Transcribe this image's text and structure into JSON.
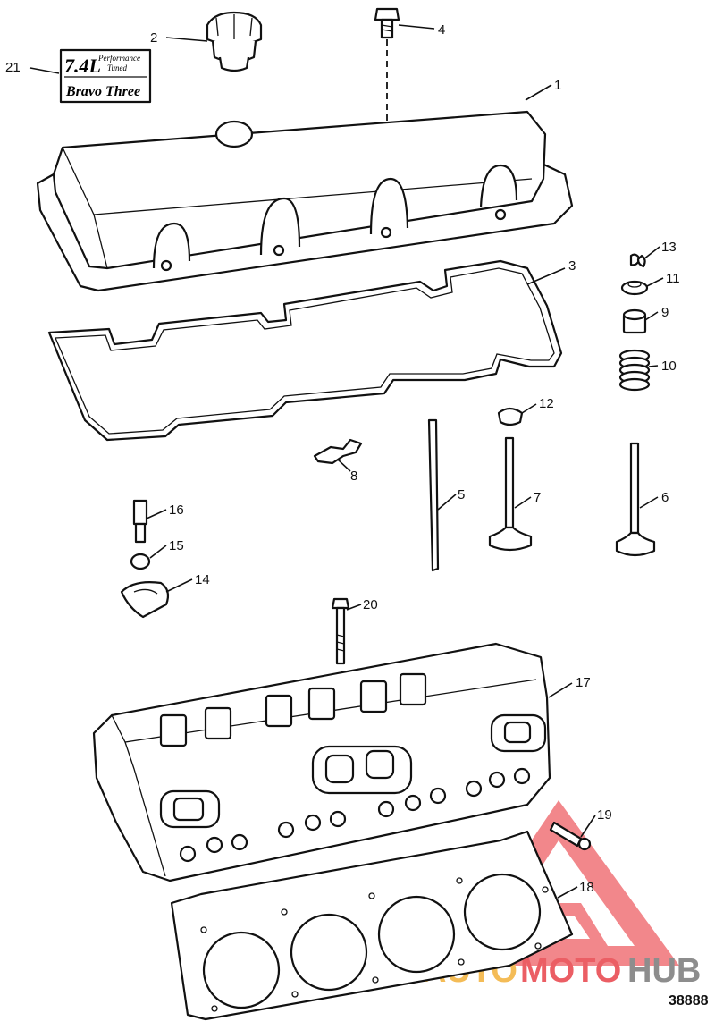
{
  "callouts": [
    {
      "n": "1",
      "part": "valve-cover"
    },
    {
      "n": "2",
      "part": "oil-filler-cap"
    },
    {
      "n": "3",
      "part": "valve-cover-gasket"
    },
    {
      "n": "4",
      "part": "cover-bolt"
    },
    {
      "n": "5",
      "part": "pushrod"
    },
    {
      "n": "6",
      "part": "exhaust-valve"
    },
    {
      "n": "7",
      "part": "intake-valve"
    },
    {
      "n": "8",
      "part": "pushrod-guide"
    },
    {
      "n": "9",
      "part": "valve-rotator"
    },
    {
      "n": "10",
      "part": "valve-spring"
    },
    {
      "n": "11",
      "part": "spring-retainer"
    },
    {
      "n": "12",
      "part": "valve-seal"
    },
    {
      "n": "13",
      "part": "valve-keys"
    },
    {
      "n": "14",
      "part": "rocker-arm"
    },
    {
      "n": "15",
      "part": "rocker-ball"
    },
    {
      "n": "16",
      "part": "rocker-stud"
    },
    {
      "n": "17",
      "part": "cylinder-head"
    },
    {
      "n": "18",
      "part": "head-gasket"
    },
    {
      "n": "19",
      "part": "dowel-pin"
    },
    {
      "n": "20",
      "part": "head-bolt"
    },
    {
      "n": "21",
      "part": "decal"
    }
  ],
  "decal": {
    "displacement": "7.4L",
    "line1": "Performance",
    "line2": "Tuned",
    "model": "Bravo Three"
  },
  "figure_number": "38888",
  "watermark": {
    "part1": "AUTO",
    "part2": "MOTO",
    "part3": "HUB",
    "color1": "#f3b13a",
    "color2": "#e8434a",
    "color3": "#7a7a7a"
  }
}
